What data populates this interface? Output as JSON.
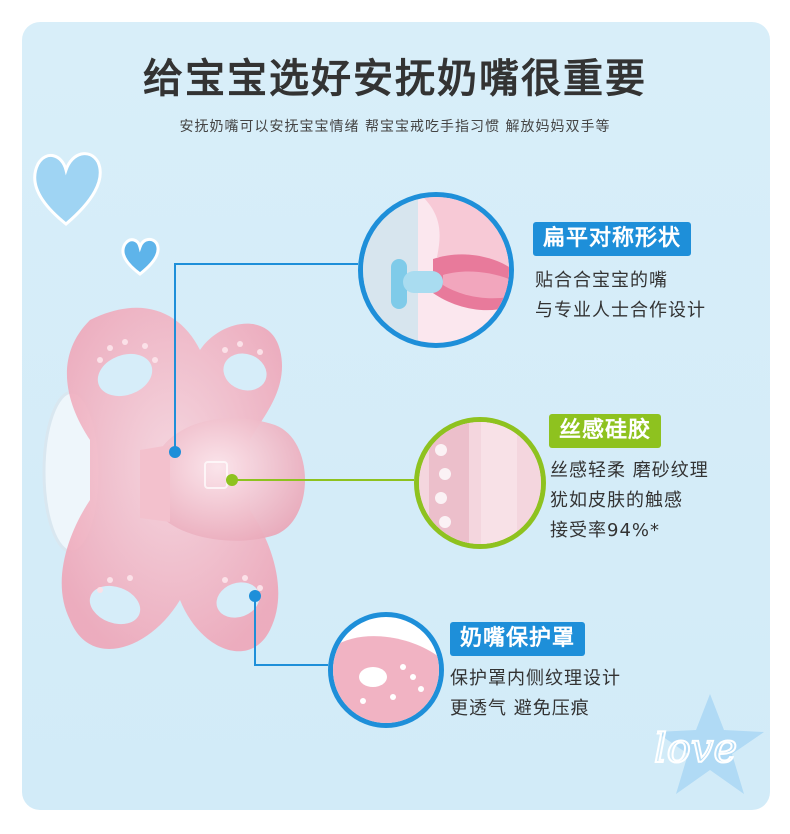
{
  "header": {
    "title": "给宝宝选好安抚奶嘴很重要",
    "subtitle": "安抚奶嘴可以安抚宝宝情绪 帮宝宝戒吃手指习惯 解放妈妈双手等"
  },
  "features": [
    {
      "tag": "扁平对称形状",
      "lines": [
        "贴合合宝宝的嘴",
        "与专业人士合作设计"
      ],
      "color": "#1e8fd9"
    },
    {
      "tag": "丝感硅胶",
      "lines": [
        "丝感轻柔 磨砂纹理",
        "犹如皮肤的触感",
        "接受率94%*"
      ],
      "color": "#8ec21f"
    },
    {
      "tag": "奶嘴保护罩",
      "lines": [
        "保护罩内侧纹理设计",
        "更透气 避免压痕"
      ],
      "color": "#1e8fd9"
    }
  ],
  "decorations": {
    "love_text": "love",
    "icons": [
      "heart-icon",
      "star-icon"
    ]
  },
  "colors": {
    "background": "#d6edf9",
    "accent_blue": "#1e8fd9",
    "accent_green": "#8ec21f",
    "pacifier_pink": "#f2b8c6"
  }
}
